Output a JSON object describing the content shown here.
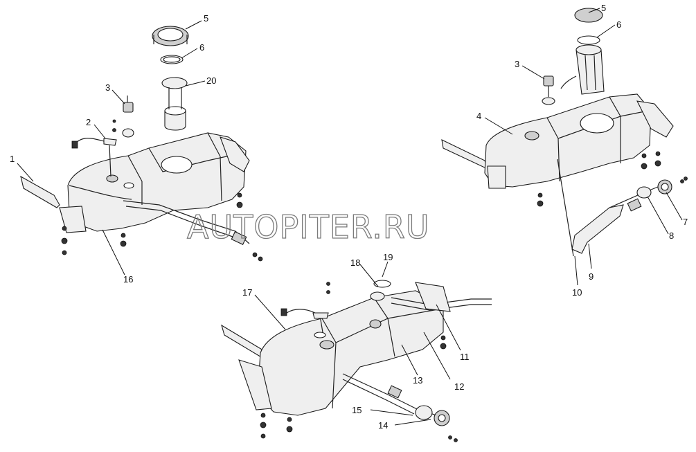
{
  "watermark": "AUTOPITER.RU",
  "callouts": {
    "left": [
      "1",
      "2",
      "3",
      "5",
      "6",
      "20",
      "16"
    ],
    "right": [
      "3",
      "4",
      "5",
      "6",
      "7",
      "8",
      "9",
      "10"
    ],
    "bottom": [
      "11",
      "12",
      "13",
      "14",
      "15",
      "17",
      "18",
      "19"
    ]
  }
}
